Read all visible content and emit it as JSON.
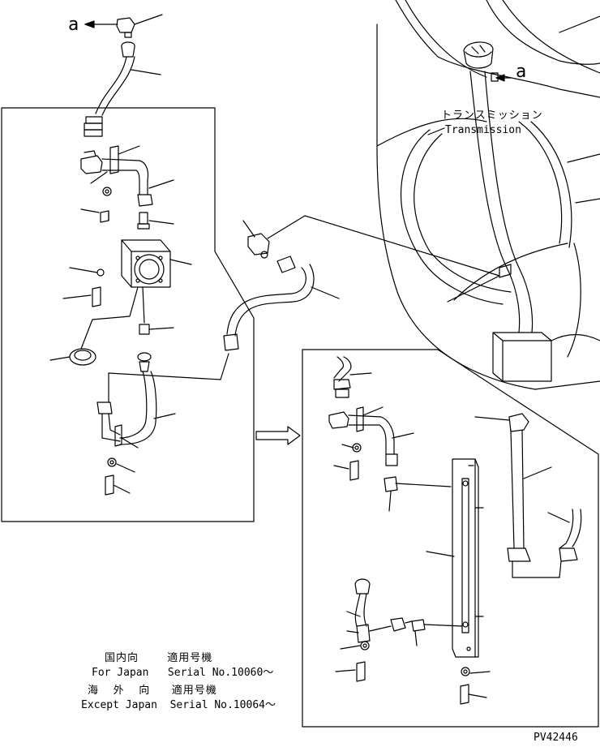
{
  "labels": {
    "a_top": "a",
    "a_right": "a",
    "transmission_ja": "トランスミッション",
    "transmission_en": "Transmission",
    "japan_ja": "国内向    適用号機",
    "japan_en": "For Japan   Serial No.10060～",
    "export_ja": "海  外  向   適用号機",
    "export_en": "Except Japan  Serial No.10064～",
    "drawing_no": "PV42446"
  },
  "colors": {
    "line": "#000000",
    "background": "#ffffff"
  }
}
